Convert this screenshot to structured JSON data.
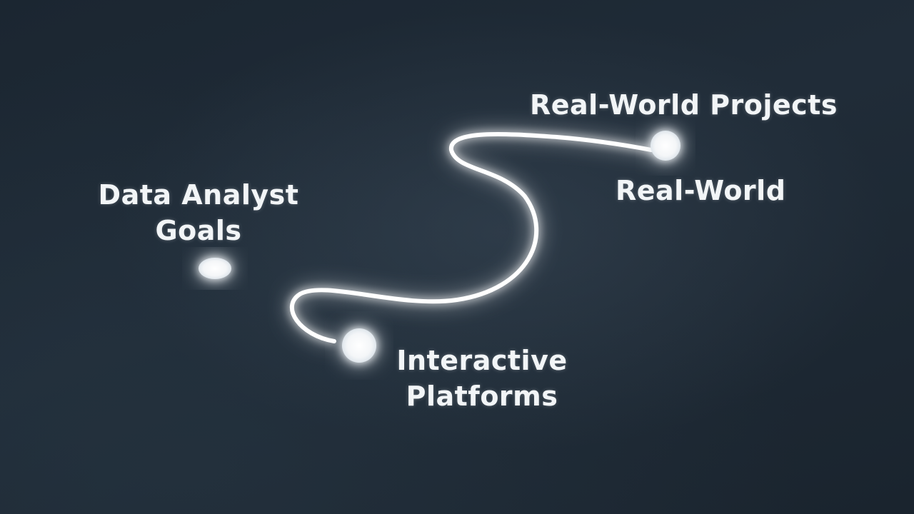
{
  "diagram": {
    "nodes": [
      {
        "id": "goals",
        "lines": [
          "Data Analyst",
          "Goals"
        ]
      },
      {
        "id": "platforms",
        "lines": [
          "Interactive",
          "Platforms"
        ]
      },
      {
        "id": "projects_top",
        "lines": [
          "Real-World Projects"
        ]
      },
      {
        "id": "projects_bottom",
        "lines": [
          "Real-World"
        ]
      }
    ],
    "colors": {
      "background": "#1d2833",
      "path_glow": "#ffffff",
      "text": "#f2f5f7"
    }
  }
}
